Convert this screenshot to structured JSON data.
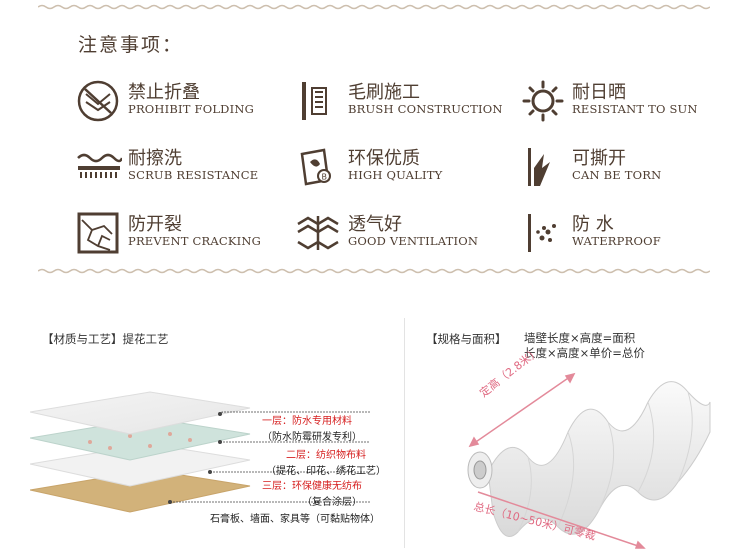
{
  "notes_title": "注意事项：",
  "features": [
    {
      "icon": "no-fold-icon",
      "cn": "禁止折叠",
      "en": "PROHIBIT FOLDING"
    },
    {
      "icon": "brush-icon",
      "cn": "毛刷施工",
      "en": "BRUSH CONSTRUCTION"
    },
    {
      "icon": "sun-icon",
      "cn": "耐日晒",
      "en": "RESISTANT TO SUN"
    },
    {
      "icon": "scrub-icon",
      "cn": "耐擦洗",
      "en": "SCRUB RESISTANCE"
    },
    {
      "icon": "quality-icon",
      "cn": "环保优质",
      "en": "HIGH QUALITY"
    },
    {
      "icon": "tear-icon",
      "cn": "可撕开",
      "en": "CAN BE TORN"
    },
    {
      "icon": "crack-icon",
      "cn": "防开裂",
      "en": "PREVENT CRACKING"
    },
    {
      "icon": "ventilation-icon",
      "cn": "透气好",
      "en": "GOOD VENTILATION"
    },
    {
      "icon": "water-icon",
      "cn": "防 水",
      "en": "WATERPROOF"
    }
  ],
  "material": {
    "label": "【材质与工艺】提花工艺",
    "layer1_title": "一层：防水专用材料",
    "layer1_sub": "（防水防霉研发专利）",
    "layer2_title": "二层：纺织物布料",
    "layer2_sub": "（提花、印花、绣花工艺）",
    "layer3_title": "三层：环保健康无纺布",
    "layer3_sub": "（复合涂层）",
    "base": "石膏板、墙面、家具等（可黏贴物体）"
  },
  "spec": {
    "label": "【规格与面积】",
    "formula1": "墙壁长度×高度=面积",
    "formula2": "长度×高度×单价=总价",
    "height": "定高（2.8米）",
    "length": "总长（10~50米）可零裁"
  },
  "colors": {
    "brown": "#4f3e32",
    "red": "#d62020",
    "wave": "#cdbfae",
    "base": "#d2b27a"
  }
}
